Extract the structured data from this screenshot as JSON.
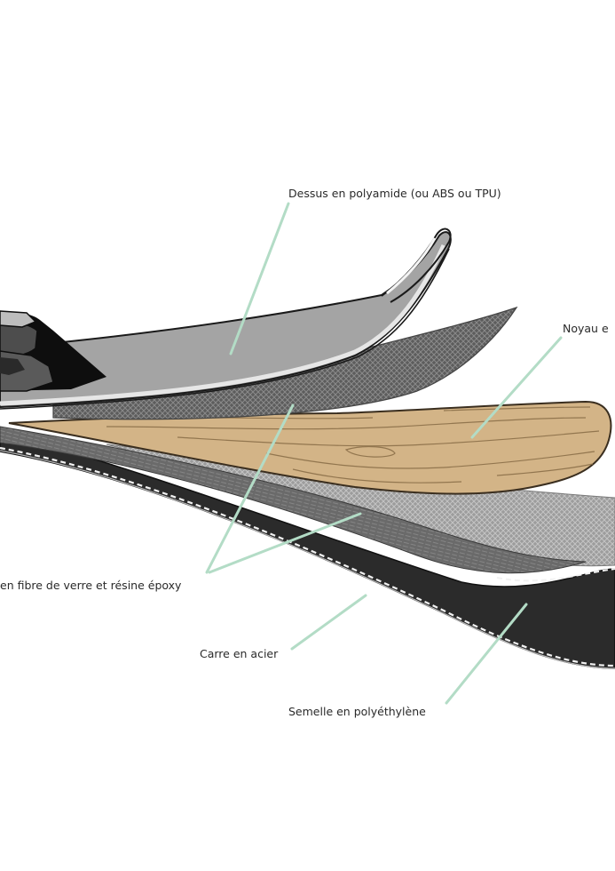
{
  "labels": {
    "top_sheet": "Dessus en polyamide (ou ABS ou TPU)",
    "core": "Noyau e",
    "fiberglass": "en fibre de verre et résine époxy",
    "steel_edge": "Carre en acier",
    "base": "Semelle en polyéthylène"
  },
  "colors": {
    "leader_line": "#b3dcc6",
    "wood": "#d2b486",
    "base_black": "#2a2a2a",
    "top_sheet": "#a3a3a3"
  }
}
